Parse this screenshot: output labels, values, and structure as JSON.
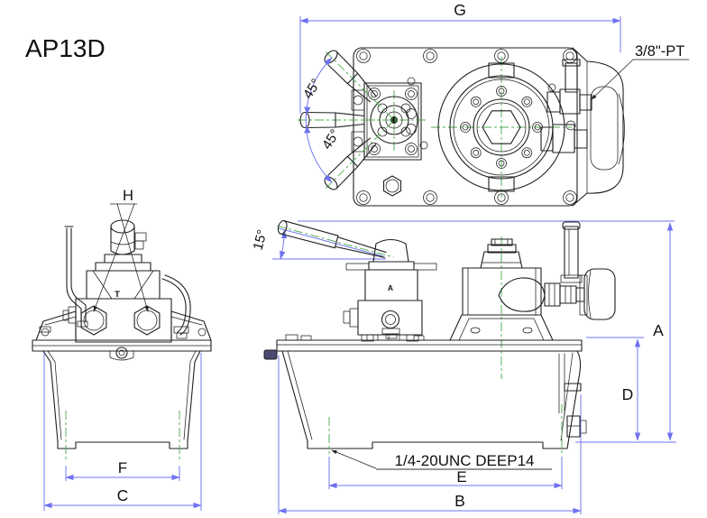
{
  "title": "AP13D",
  "colors": {
    "background": "#ffffff",
    "line": "#1f1f1f",
    "dimension": "#6f71f1",
    "centerline": "#4fae52",
    "leader": "#8a8a8a"
  },
  "top": {
    "dim_g": "G",
    "port_note": "3/8\"-PT",
    "angle_upper": "45°",
    "angle_lower": "45°"
  },
  "front": {
    "label_h": "H",
    "mark_t": "T",
    "dim_f": "F",
    "dim_c": "C"
  },
  "side": {
    "angle": "15°",
    "mark_a": "A",
    "thread_note": "1/4-20UNC DEEP14",
    "dim_a": "A",
    "dim_b": "B",
    "dim_d": "D",
    "dim_e": "E"
  }
}
